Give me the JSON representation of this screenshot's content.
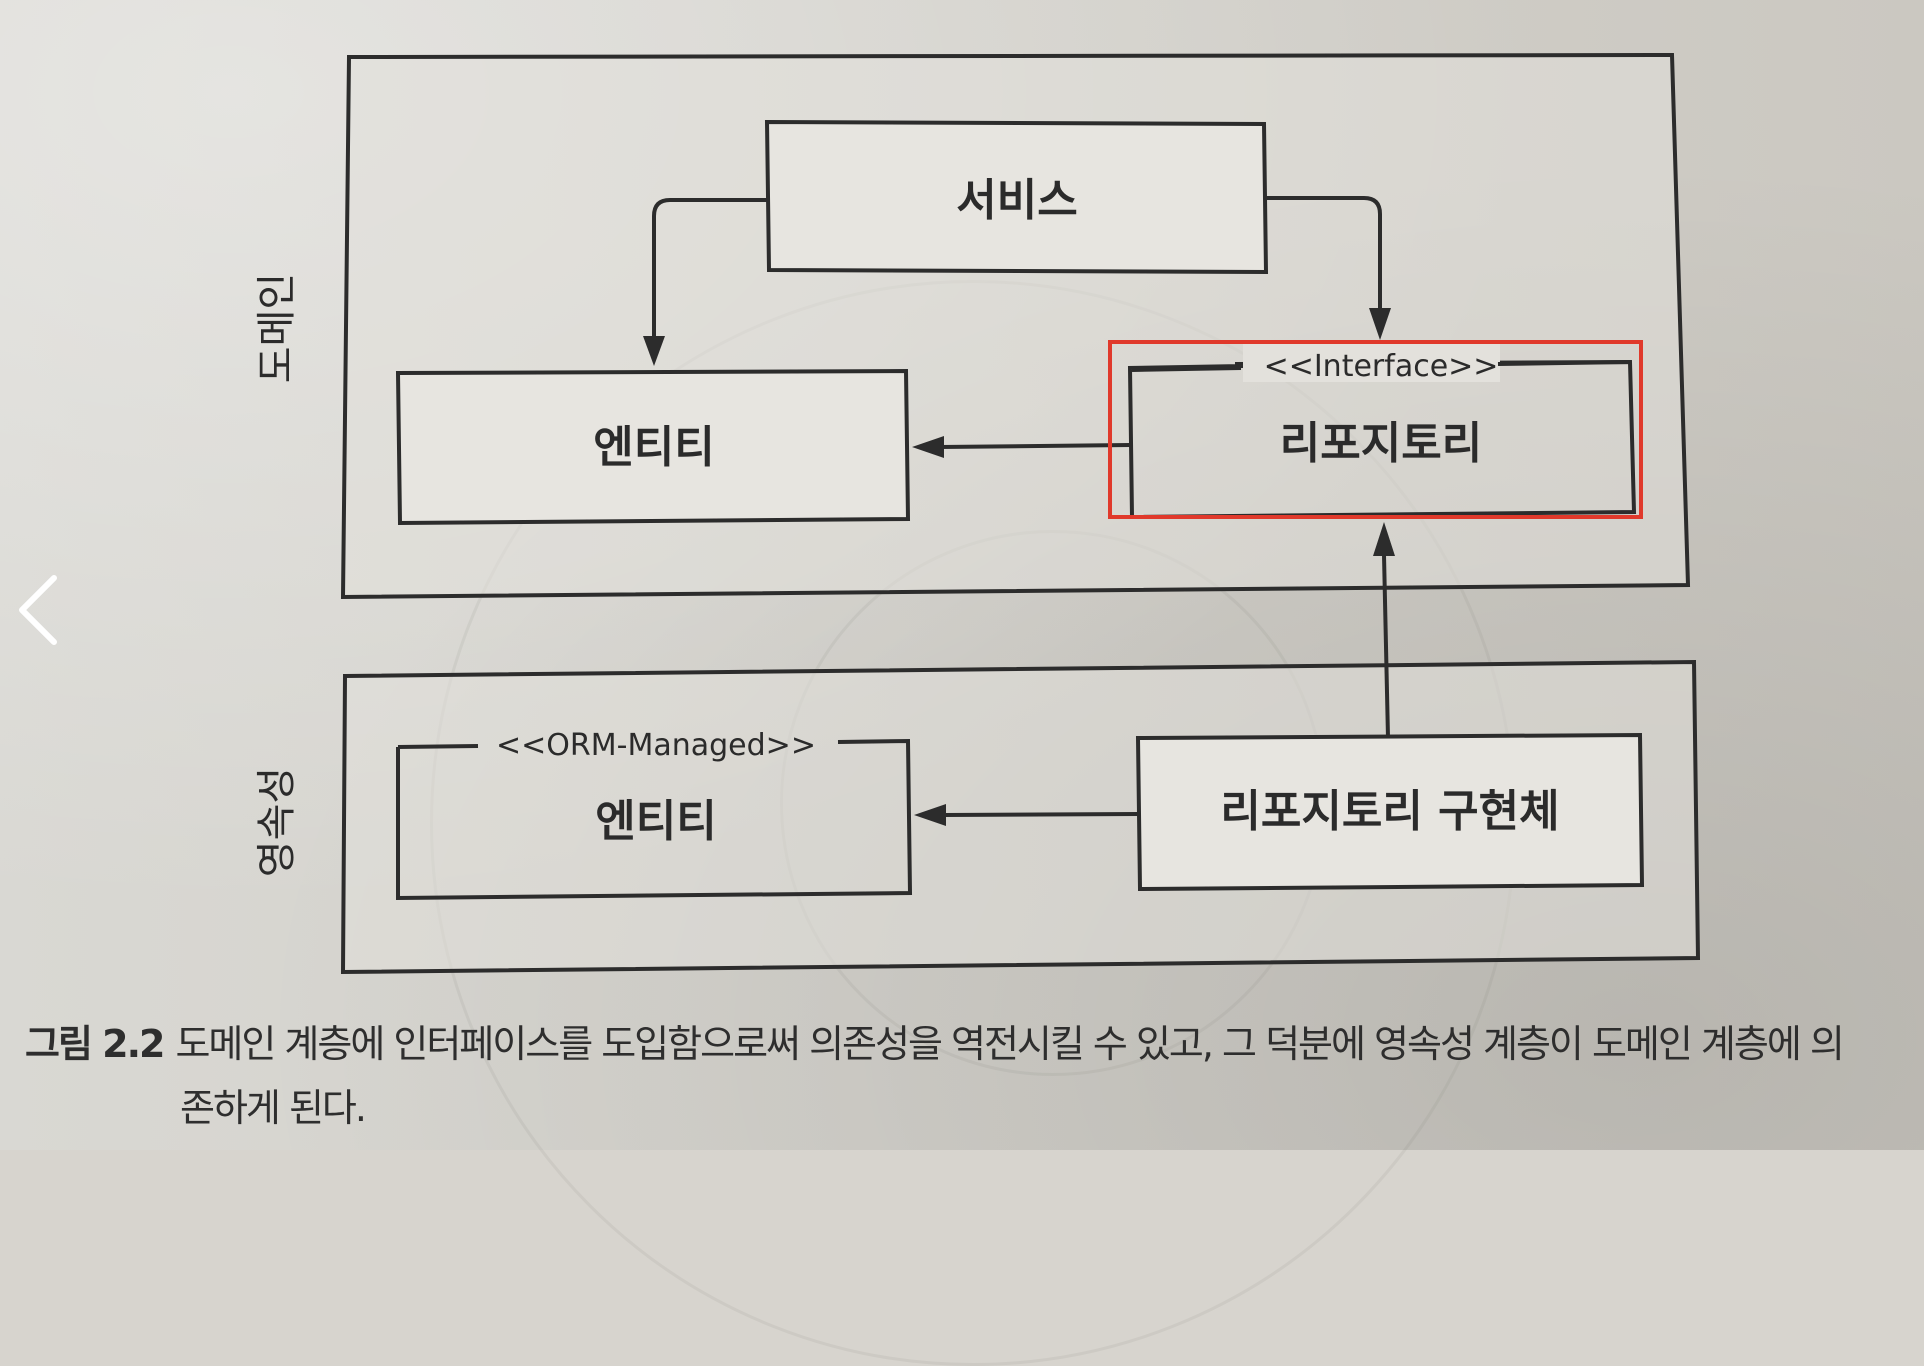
{
  "diagram": {
    "domain_layer_label": "도메인",
    "persistence_layer_label": "영속성",
    "service": "서비스",
    "entity_domain": "엔티티",
    "repository_stereotype": "<<Interface>>",
    "repository": "리포지토리",
    "entity_persistence_stereotype": "<<ORM-Managed>>",
    "entity_persistence": "엔티티",
    "repository_impl": "리포지토리 구현체"
  },
  "caption": {
    "number": "그림 2.2",
    "line1": "도메인 계층에 인터페이스를 도입함으로써 의존성을 역전시킬 수 있고, 그 덕분에 영속성 계층이 도메인 계층에 의",
    "line2": "존하게 된다."
  },
  "overlay": {
    "highlight_color": "#e0392b",
    "back_icon": "chevron-left-icon"
  }
}
